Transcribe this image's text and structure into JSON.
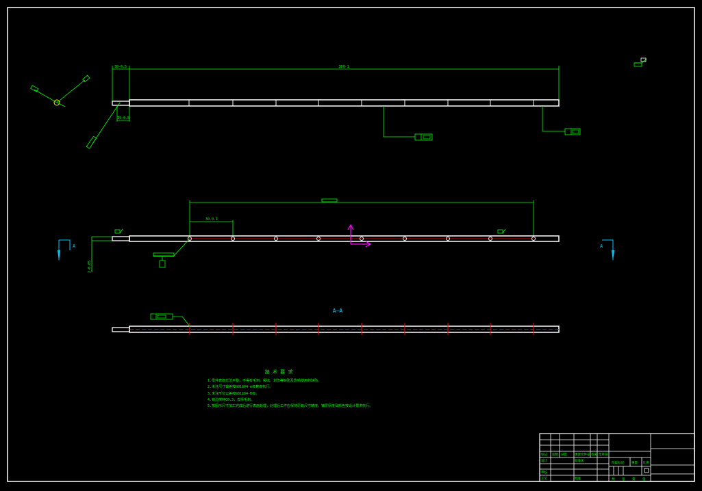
{
  "drawing": {
    "background": "#000000",
    "colors": {
      "part": "#ffffff",
      "dimension": "#00ff00",
      "cut_mark": "#ff0000",
      "section": "#00c8ff",
      "ucs": "#ff00ff",
      "title_block": "#ffffff"
    }
  },
  "top_view": {
    "dim_left": "30-0.5",
    "dim_overall": "300-1",
    "dim_tab": "15-0.5"
  },
  "middle_view": {
    "dim_pitch": "30-0.1",
    "dim_height": "2-0.05",
    "section_label_left": "A",
    "section_label_right": "A",
    "ucs_icon": "ucs-icon"
  },
  "section_view": {
    "title": "A—A"
  },
  "notes": {
    "title": "技 术 要 求",
    "items": [
      "1.零件表面光洁平整，不得有毛刺、裂纹、划伤等缺陷及影响使用的缺陷。",
      "2.未注尺寸偏差按GB1804-m级精度执行。",
      "3.未注形位公差按GB1184-K级。",
      "4.锐边倒钝C0.3，去除毛刺。",
      "5.按图示尺寸加工完成后进行表面处理，处理后工件应保持原有尺寸精度，镀层厚度及颜色按设计要求执行。"
    ]
  },
  "title_block": {
    "row_headers": [
      "标记",
      "处数",
      "分区",
      "更改文件号",
      "签名",
      "年月日"
    ],
    "designer": "设计",
    "standardized": "标准化",
    "checker": "审核",
    "craft": "工艺",
    "approve": "批准",
    "stage_label": "阶段标记",
    "weight_label": "重量",
    "scale_label": "比例",
    "sheet_info": [
      "共",
      "张",
      "第",
      "张"
    ]
  }
}
